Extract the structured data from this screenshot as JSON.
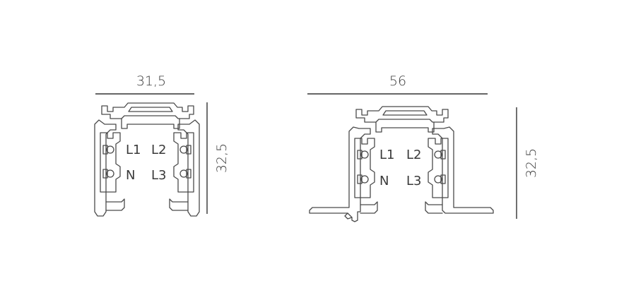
{
  "profile_single": {
    "width_label": "31,5",
    "height_label": "32,5",
    "conductors": {
      "top_left": "L1",
      "top_right": "L2",
      "bottom_left": "N",
      "bottom_right": "L3"
    }
  },
  "profile_recessed": {
    "width_label": "56",
    "height_label": "32,5",
    "conductors": {
      "top_left": "L1",
      "top_right": "L2",
      "bottom_left": "N",
      "bottom_right": "L3"
    }
  },
  "colors": {
    "line": "#4a4a4a",
    "text": "#3a3a3a",
    "background": "#ffffff"
  }
}
